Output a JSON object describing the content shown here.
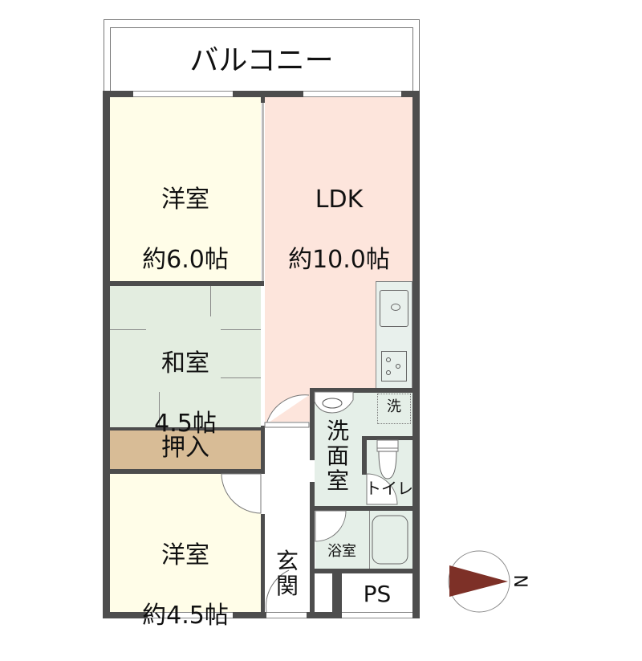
{
  "floorplan": {
    "balcony": {
      "label": "バルコニー"
    },
    "rooms": {
      "western_room_1": {
        "name": "洋室",
        "size": "約6.0帖",
        "color": "#fffde8"
      },
      "ldk": {
        "name": "LDK",
        "size": "約10.0帖",
        "color": "#fde5dc"
      },
      "japanese_room": {
        "name": "和室",
        "size": "4.5帖",
        "color": "#e3ede0"
      },
      "closet": {
        "name": "押入",
        "color": "#d8bc96"
      },
      "western_room_2": {
        "name": "洋室",
        "size": "約4.5帖",
        "color": "#fffde8"
      },
      "washroom": {
        "name": "洗\n面\n室",
        "color": "#e5efe8"
      },
      "laundry": {
        "name": "洗"
      },
      "toilet": {
        "name": "トイレ"
      },
      "bathroom": {
        "name": "浴室"
      },
      "entrance": {
        "name": "玄\n関"
      },
      "pipe_space": {
        "name": "PS"
      }
    },
    "compass": {
      "direction_label": "N",
      "arrow_color": "#7d3027"
    },
    "wall_color": "#4d4d4d"
  }
}
